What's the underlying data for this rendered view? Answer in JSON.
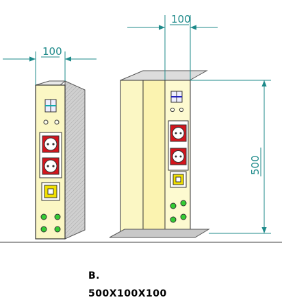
{
  "dimensions": {
    "left_width": "100",
    "right_width": "100",
    "right_height": "500"
  },
  "caption": {
    "label": "B.",
    "size": "500X100X100"
  },
  "colors": {
    "dimension_line": "#1e8a8a",
    "body_yellow": "#fbf7c4",
    "side_gray": "#c8c8c8",
    "socket_red": "#d4151d",
    "indicator_green": "#33cc33",
    "outline": "#333333"
  }
}
